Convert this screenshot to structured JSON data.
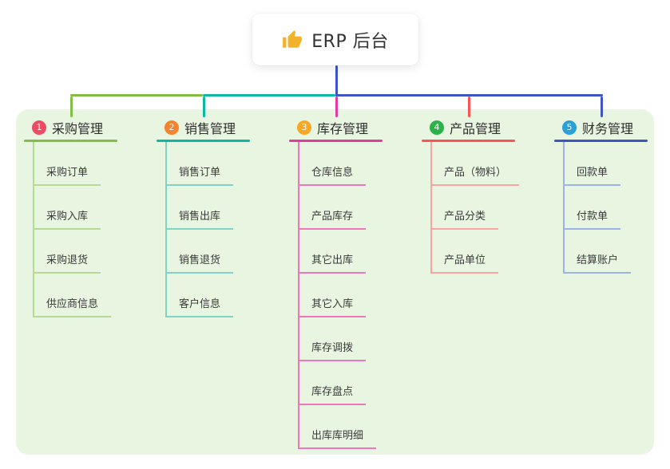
{
  "root": {
    "icon": "thumbs-up-icon",
    "label": "ERP 后台"
  },
  "branches": [
    {
      "num": "1",
      "label": "采购管理",
      "badge_color": "#ee4b62",
      "line_color": "#83bd41",
      "light_color": "#b5da93",
      "children": [
        "采购订单",
        "采购入库",
        "采购退货",
        "供应商信息"
      ]
    },
    {
      "num": "2",
      "label": "销售管理",
      "badge_color": "#f5822d",
      "line_color": "#0eb6a4",
      "light_color": "#7fd4c6",
      "children": [
        "销售订单",
        "销售出库",
        "销售退货",
        "客户信息"
      ]
    },
    {
      "num": "3",
      "label": "库存管理",
      "badge_color": "#f9a826",
      "line_color": "#e23c9e",
      "light_color": "#ee76bc",
      "children": [
        "仓库信息",
        "产品库存",
        "其它出库",
        "其它入库",
        "库存调拨",
        "库存盘点",
        "出库库明细"
      ]
    },
    {
      "num": "4",
      "label": "产品管理",
      "badge_color": "#2cb24b",
      "line_color": "#fa5456",
      "light_color": "#fca3a1",
      "children": [
        "产品（物料）",
        "产品分类",
        "产品单位"
      ]
    },
    {
      "num": "5",
      "label": "财务管理",
      "badge_color": "#2b9fd8",
      "line_color": "#3e55c3",
      "light_color": "#9db2e8",
      "children": [
        "回款单",
        "付款单",
        "结算账户"
      ]
    }
  ],
  "colors": {
    "canvas_bg": "#ffffff",
    "panel_bg": "#e8f5e1",
    "root_stem": "#3e55c3",
    "text": "#333333",
    "thumb_icon": "#f2b32a"
  }
}
